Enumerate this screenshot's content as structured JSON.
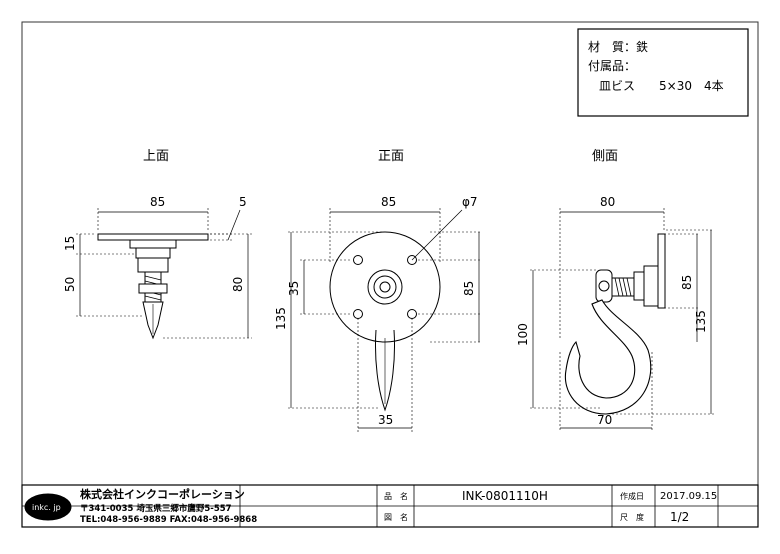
{
  "material_box": {
    "material": "材　質：鉄",
    "accessories": "付属品：",
    "screws": "皿ビス　　5×30　4本"
  },
  "views": {
    "top": "上面",
    "front": "正面",
    "side": "側面"
  },
  "dimensions": {
    "top_width": "85",
    "top_plate": "5",
    "top_15": "15",
    "top_50": "50",
    "top_80": "80",
    "front_width": "85",
    "front_hole": "φ7",
    "front_35_left": "35",
    "front_135": "135",
    "front_85_right": "85",
    "front_35_bottom": "35",
    "side_80": "80",
    "side_85": "85",
    "side_100": "100",
    "side_135": "135",
    "side_70": "70"
  },
  "title_block": {
    "logo": "inkc. jp",
    "company": "株式会社インクコーポレーション",
    "address": "〒341-0035 埼玉県三郷市鷹野5-557",
    "tel_fax": "TEL:048-956-9889  FAX:048-956-9868",
    "product_name_label": "品　名",
    "product_name": "INK-0801110H",
    "drawing_name_label": "図　名",
    "drawing_name": "",
    "date_label": "作成日",
    "date": "2017.09.15",
    "scale_label": "尺　度",
    "scale": "1/2"
  }
}
